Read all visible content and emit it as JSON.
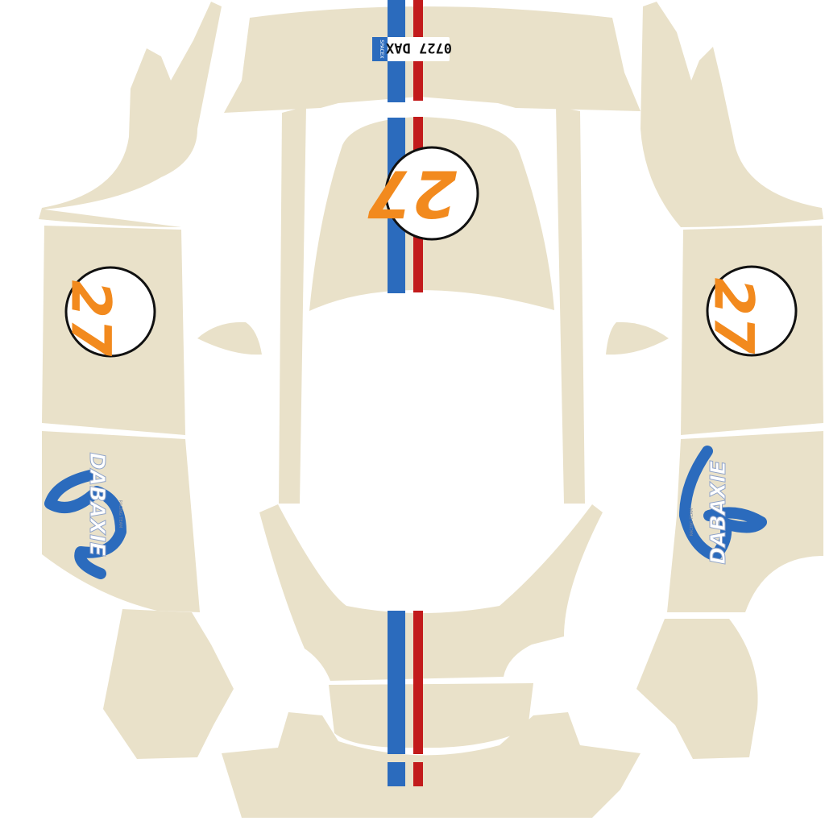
{
  "colors": {
    "panel": "#e9e1c9",
    "stripe_blue": "#2b6bbd",
    "stripe_red": "#c21b1b",
    "number_orange": "#f28a1e",
    "background": "#ffffff"
  },
  "livery": {
    "race_number": "27",
    "license_plate": "0727 DAX",
    "plate_tag": "SPACEX",
    "sponsor": "DABAXIE",
    "sponsor_tagline": "RACING TEAM"
  }
}
